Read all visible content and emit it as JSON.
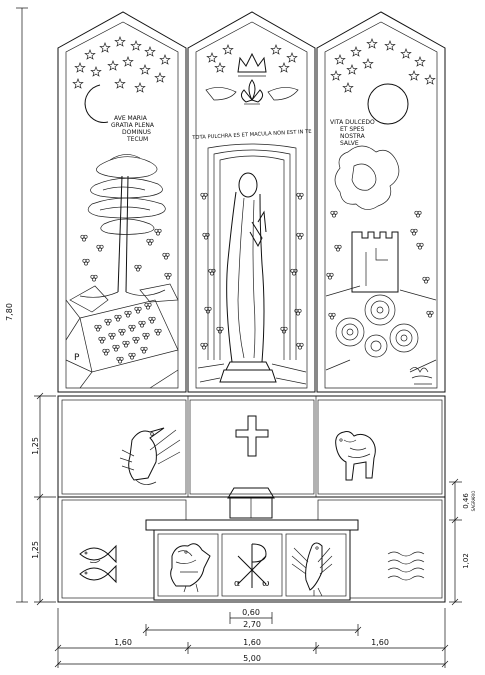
{
  "panels": {
    "left": {
      "inscription": [
        "AVE MARIA",
        "GRATIA PLENA",
        "DOMINUS",
        "TECUM"
      ],
      "initials": "P"
    },
    "center": {
      "inscription": "TOTA PULCHRA ES ET MACULA NON EST IN TE"
    },
    "right": {
      "inscription": [
        "VITA DULCEDO",
        "ET SPES",
        "NOSTRA",
        "SALVE"
      ]
    }
  },
  "dimensions": {
    "total_height": "7,80",
    "upper_row_height": "1,25",
    "lower_row_height": "1,25",
    "tabernacle_height": "0,46",
    "tabernacle_label": "SAGRARIO",
    "altar_height": "1,02",
    "tabernacle_width": "0,60",
    "altar_width": "2,70",
    "left_width": "1,60",
    "center_width": "1,60",
    "right_width": "1,60",
    "total_width": "5,00"
  },
  "icons": {
    "upper_left": "pelican-icon",
    "upper_center": "cross-icon",
    "upper_right": "lamb-icon",
    "lower_left": "fish-icon",
    "altar_left": "lion-icon",
    "altar_center": "chi-rho-icon",
    "altar_right": "eagle-icon",
    "lower_right": "water-waves-icon"
  }
}
